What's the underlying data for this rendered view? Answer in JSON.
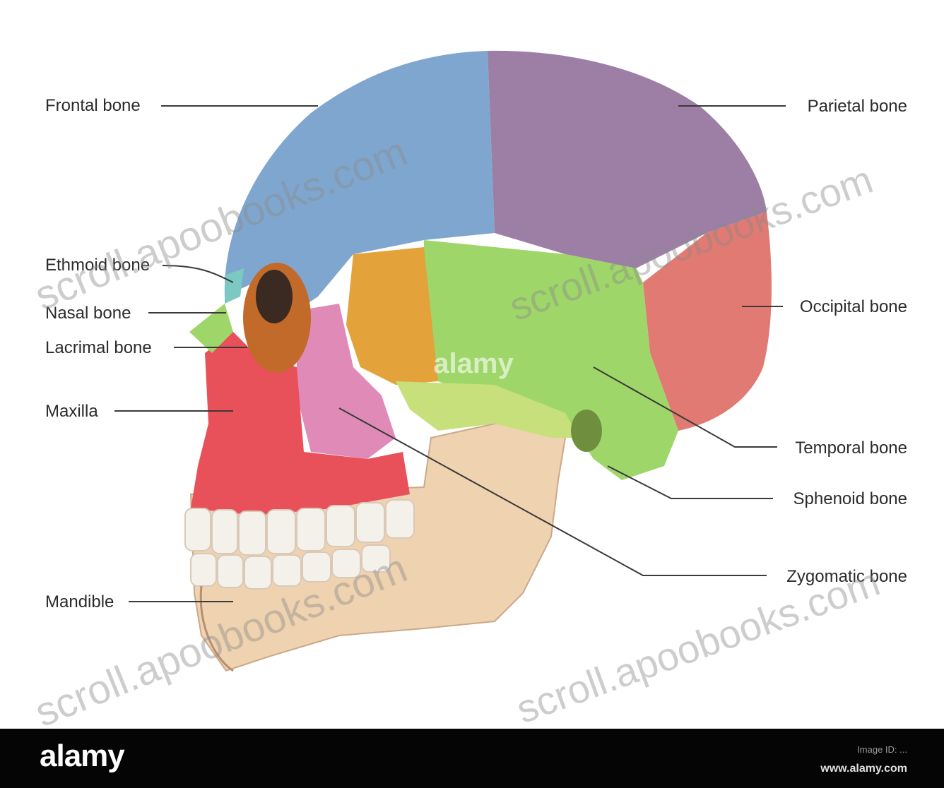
{
  "labels": {
    "frontal": "Frontal bone",
    "ethmoid": "Ethmoid bone",
    "nasal": "Nasal bone",
    "lacrimal": "Lacrimal bone",
    "maxilla": "Maxilla",
    "mandible": "Mandible",
    "parietal": "Parietal bone",
    "occipital": "Occipital bone",
    "temporal": "Temporal bone",
    "sphenoid": "Sphenoid bone",
    "zygomatic": "Zygomatic bone"
  },
  "watermarks": {
    "top": "scroll.apoobooks.com",
    "right": "scroll.apoobooks.com",
    "bottom_left": "scroll.apoobooks.com",
    "bottom_right": "scroll.apoobooks.com"
  },
  "center_mark": "alamy",
  "footer": {
    "logo": "alamy",
    "image_id": "Image ID: ...",
    "url": "www.alamy.com"
  },
  "colors": {
    "frontal": "#7fa6cf",
    "parietal": "#9d7fa6",
    "occipital": "#e07a72",
    "temporal": "#9fd66a",
    "sphenoid": "#e3a23a",
    "zygomatic": "#e08ab8",
    "maxilla": "#e8505a",
    "mandible": "#efd2b0",
    "nasal": "#9fd66a",
    "teeth": "#f4f1ea",
    "footer": "#050505"
  }
}
